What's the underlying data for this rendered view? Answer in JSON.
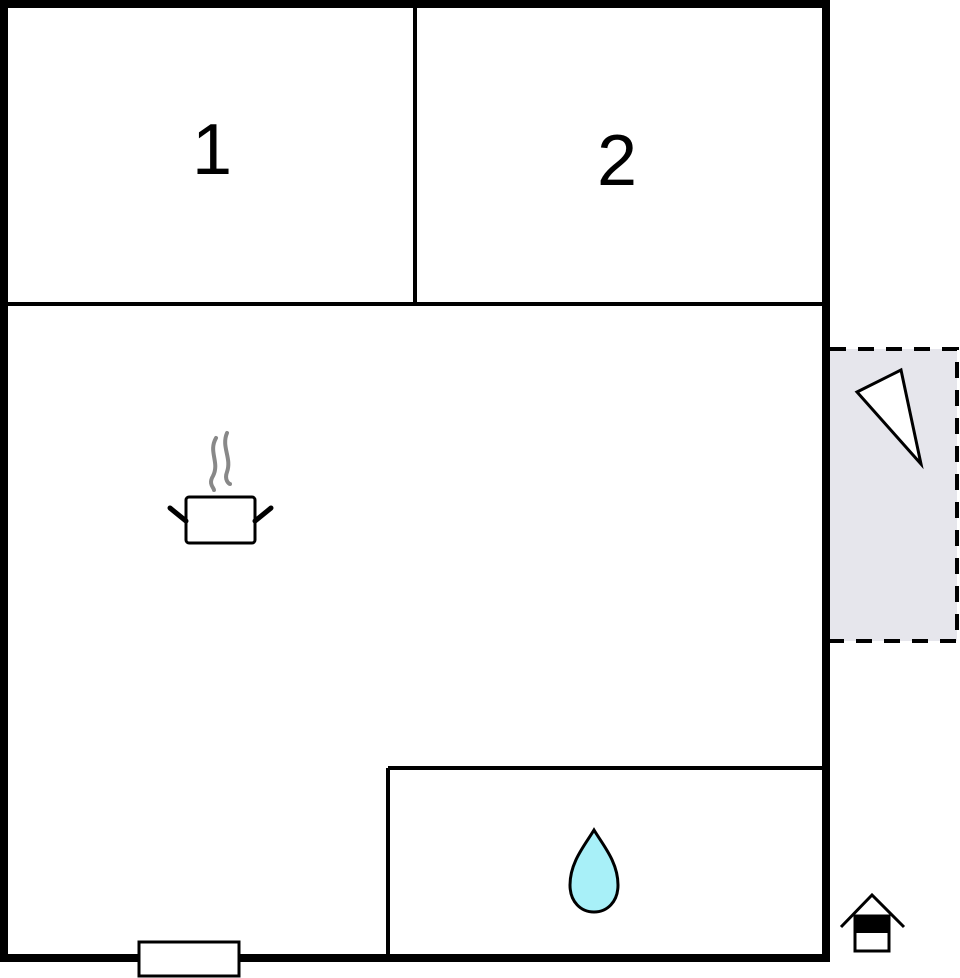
{
  "floorplan": {
    "rooms": [
      {
        "id": "bedroom-1",
        "label": "1"
      },
      {
        "id": "bedroom-2",
        "label": "2"
      },
      {
        "id": "living-kitchen",
        "label": ""
      },
      {
        "id": "bathroom",
        "label": ""
      }
    ],
    "icons": {
      "kitchen": "cooking-pot-icon",
      "bathroom": "water-drop-icon",
      "terrace": "terrace-triangle-icon",
      "entrance": "house-entrance-icon",
      "window": "window-icon"
    },
    "colors": {
      "wall": "#000000",
      "background": "#ffffff",
      "terrace_fill": "#e6e6ec",
      "water_drop": "#a8f0f8",
      "steam": "#888888"
    }
  }
}
